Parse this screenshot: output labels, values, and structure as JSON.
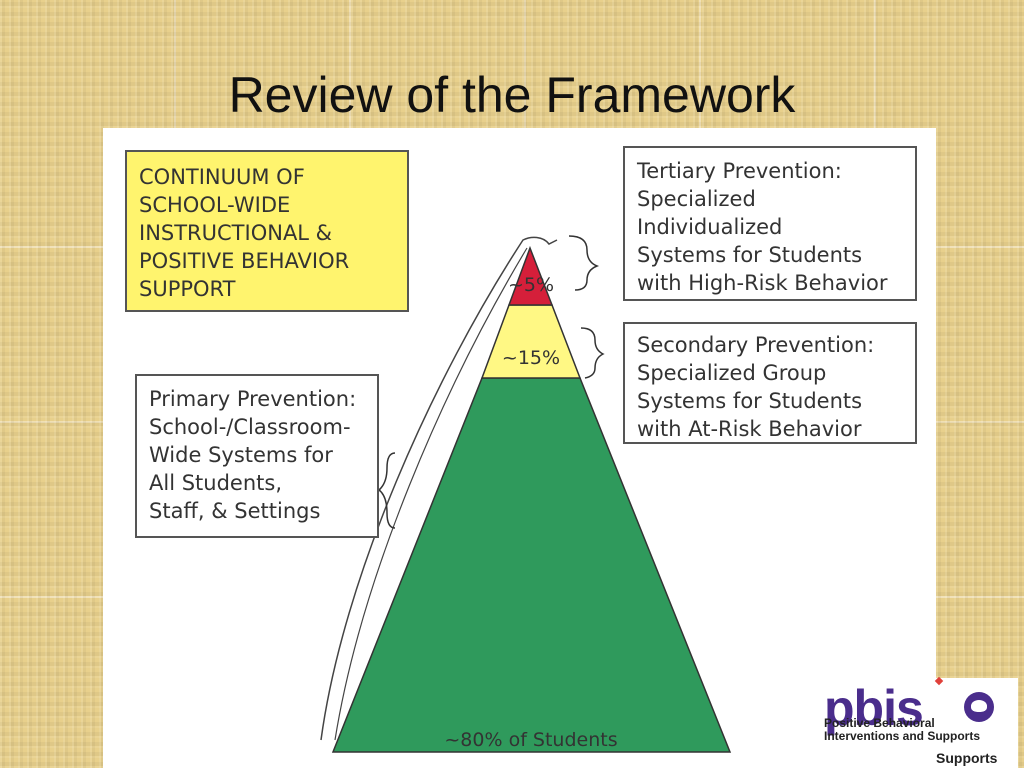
{
  "slide": {
    "title": "Review of the Framework"
  },
  "diagram": {
    "continuum_box": {
      "lines": [
        "CONTINUUM OF",
        "SCHOOL-WIDE",
        "INSTRUCTIONAL &",
        "POSITIVE BEHAVIOR",
        "SUPPORT"
      ],
      "color": "#fff46e"
    },
    "tertiary_box": {
      "lines": [
        "Tertiary Prevention:",
        "Specialized",
        "Individualized",
        "Systems for Students",
        "with High-Risk Behavior"
      ]
    },
    "secondary_box": {
      "lines": [
        "Secondary Prevention:",
        "Specialized Group",
        "Systems for Students",
        "with At-Risk Behavior"
      ]
    },
    "primary_box": {
      "lines": [
        "Primary Prevention:",
        "School-/Classroom-",
        "Wide Systems for",
        "All Students,",
        "Staff, & Settings"
      ]
    },
    "pyramid": {
      "tiers": [
        {
          "label": "~5%",
          "share": 5,
          "color": "#d51f3a"
        },
        {
          "label": "~15%",
          "share": 15,
          "color": "#fff884"
        },
        {
          "label": "~80% of Students",
          "share": 80,
          "color": "#2f9a5c"
        }
      ]
    }
  },
  "logo": {
    "wordmark": "pbis",
    "line1": "Positive Behavioral",
    "line2": "Interventions and Supports",
    "brand_color": "#4a2d8c",
    "partner_line": "Supports"
  }
}
